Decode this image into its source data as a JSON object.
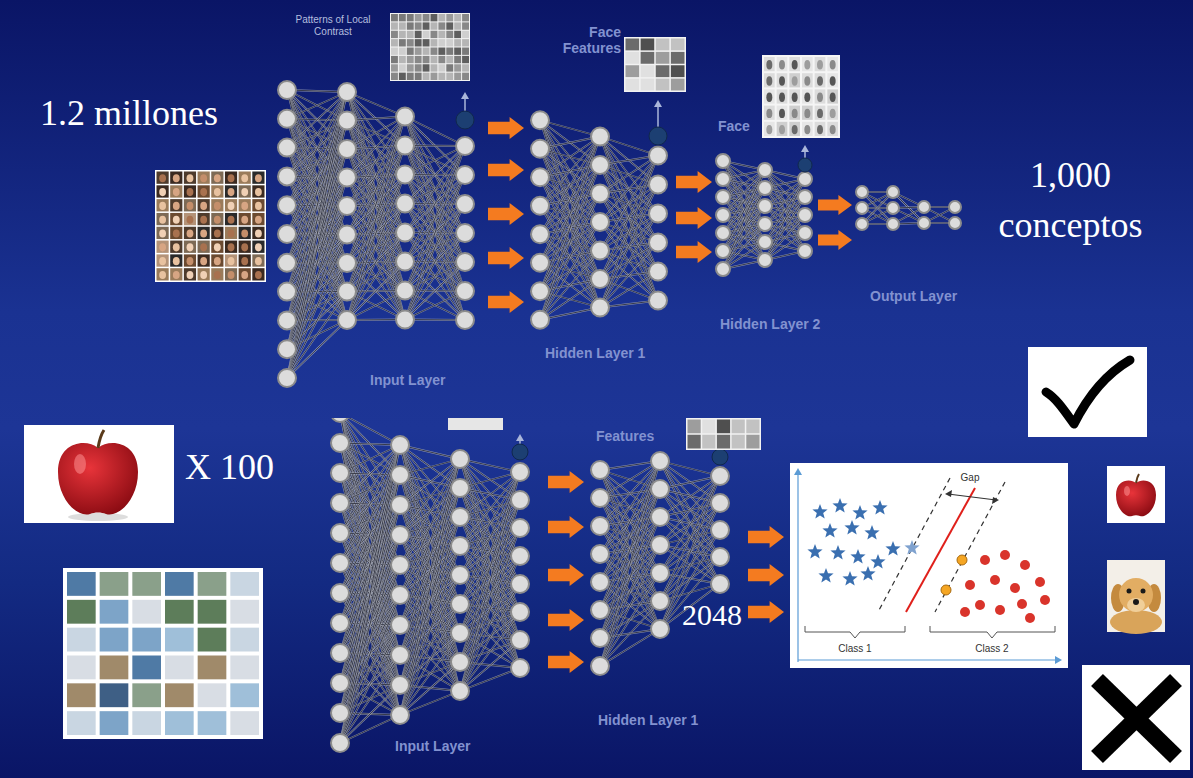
{
  "diagram": {
    "nodes": [
      {
        "text": [
          "Gap",
          "Class 1",
          "Class 2"
        ]
      }
    ],
    "labels": [
      "Patterns of Local Contrast",
      "Face Features",
      "Face",
      "1.2 millones",
      "1,000 conceptos",
      "Input Layer",
      "Hidden Layer 1",
      "Hidden Layer 2",
      "Output Layer",
      "X 100",
      "Features",
      "2048",
      "Hidden Layer 1",
      "Input Layer"
    ]
  }
}
